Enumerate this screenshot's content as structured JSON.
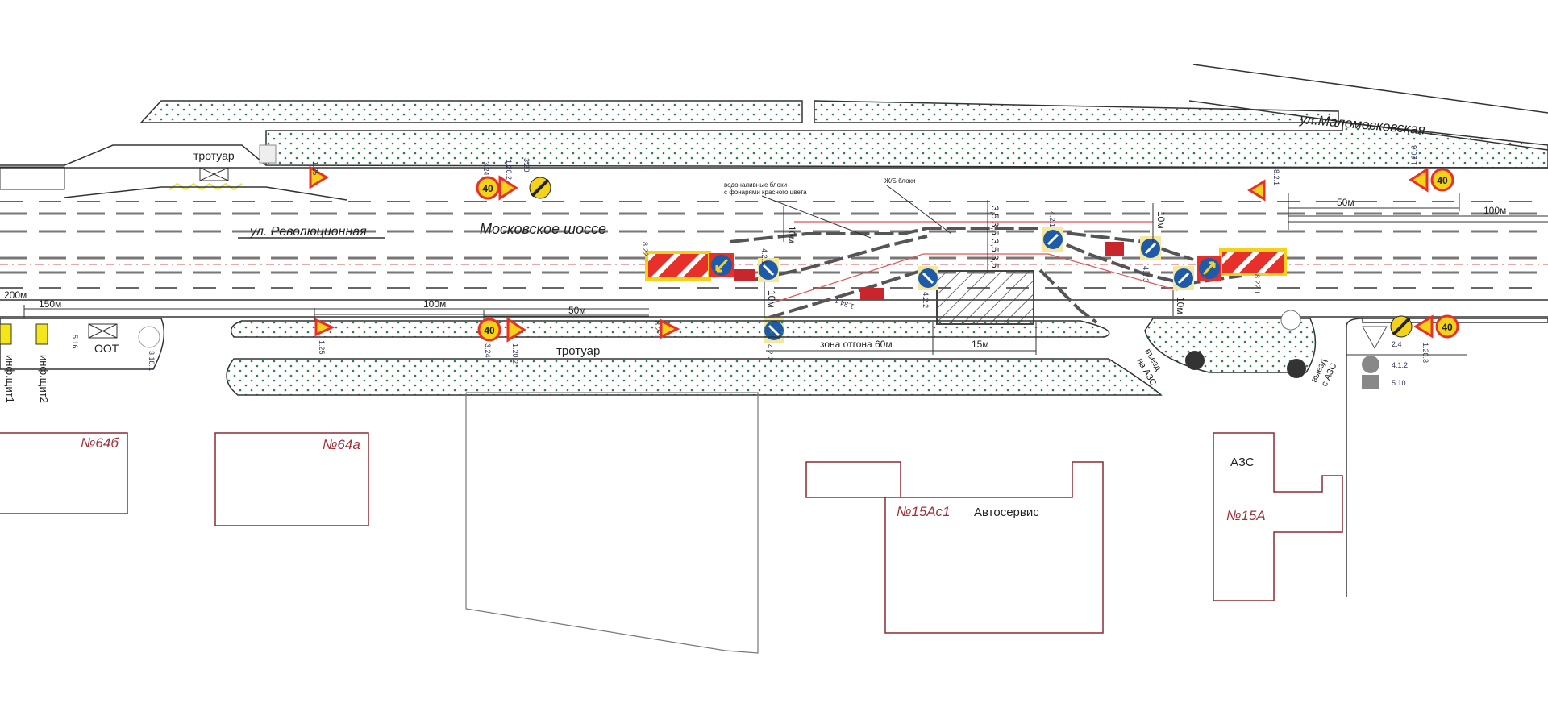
{
  "streets": {
    "revolutsionnaya": "ул. Революционная",
    "moskovskoe": "Московское шоссе",
    "malomoskovskaya": "ул.Маломосковская"
  },
  "sidewalk_top": "тротуар",
  "sidewalk_bottom": "тротуар",
  "stop": "ООТ",
  "info_boards": [
    "инф.щит1",
    "инф.щит2"
  ],
  "dimensions": {
    "d200": "200м",
    "d150": "150м",
    "d100_left": "100м",
    "d50_left": "50м",
    "d10_a": "10м",
    "d10_b": "10м",
    "d10_c": "10м",
    "d10_d": "10м",
    "lane_a": "3,5",
    "lane_b": "3,5",
    "lane_c": "3,5",
    "lane_d": "3,5",
    "zone": "зона отгона 60м",
    "d15": "15м",
    "d50_right": "50м",
    "d100_right": "100м"
  },
  "annotations": {
    "water_blocks_1": "водоналивные блоки",
    "water_blocks_2": "с фонарями красного цвета",
    "concrete_blocks": "Ж/Б блоки"
  },
  "gas_station": {
    "entry": [
      "въезд",
      "на АЗС"
    ],
    "exit": [
      "выезд",
      "с АЗС"
    ]
  },
  "buildings": {
    "b64b": "№64б",
    "b64a": "№64а",
    "b15ac1": "№15Ас1",
    "autoservice": "Автосервис",
    "azs": "АЗС",
    "b15a": "№15А"
  },
  "speed_limit": "40",
  "sign_codes": {
    "s125": "1.25",
    "s324": "3.24",
    "s1202": "1.20.2",
    "s320": "3.20",
    "s8221": "8.22.1",
    "s421": "4.2.1",
    "s422": "4.2.2",
    "s1341": "1.34.1",
    "s423": "4.2.3",
    "s3181": "3.18.1",
    "s516": "5.16",
    "s24": "2.4",
    "s412": "4.1.2",
    "s510": "5.10",
    "s1203": "1.20.3",
    "s821": "8.2.1"
  },
  "colors": {
    "warning_red": "#e8302a",
    "sign_yellow": "#f5d21a",
    "sign_blue": "#1f5aa8",
    "grass_dot": "#2e7d4f",
    "building_line": "#8a2a36"
  }
}
